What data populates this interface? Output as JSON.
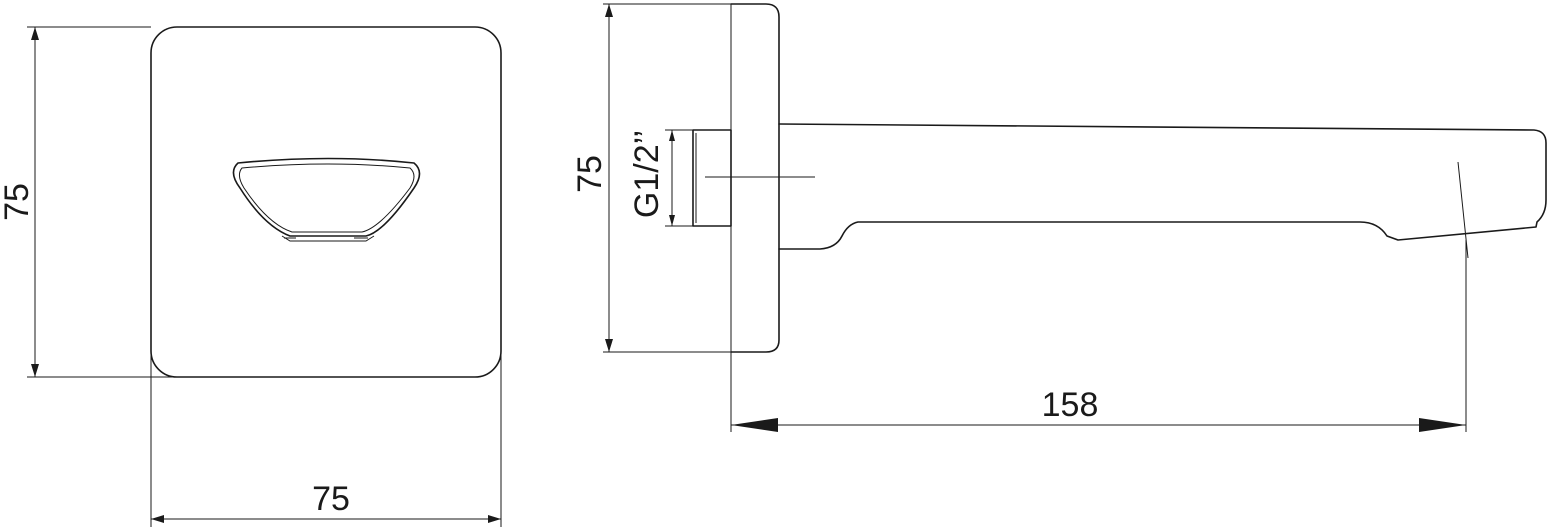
{
  "dimensions": {
    "front_height": "75",
    "front_width": "75",
    "side_height": "75",
    "thread": "G1/2’’",
    "projection": "158"
  },
  "colors": {
    "line": "#1a1a1a",
    "background": "#ffffff"
  }
}
